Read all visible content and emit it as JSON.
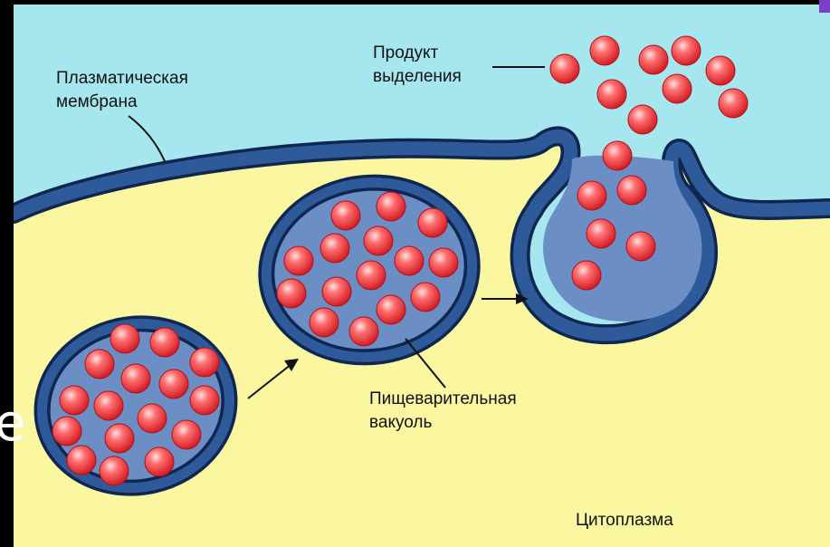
{
  "labels": {
    "membrane_line1": "Плазматическая",
    "membrane_line2": "мембрана",
    "product_line1": "Продукт",
    "product_line2": "выделения",
    "vacuole_line1": "Пищеварительная",
    "vacuole_line2": "вакуоль",
    "cytoplasm": "Цитоплазма"
  },
  "edge_glyph": "e",
  "colors": {
    "background": "#000000",
    "extracellular": "#a6e6ee",
    "cytoplasm": "#faf7a0",
    "membrane": "#2f5a9a",
    "membrane_outline": "#0e2650",
    "vacuole_fill": "#6b8fc4",
    "granule": "#e2262e",
    "granule_highlight": "#ffd0d0",
    "accent_bar": "#7b3fc9"
  }
}
